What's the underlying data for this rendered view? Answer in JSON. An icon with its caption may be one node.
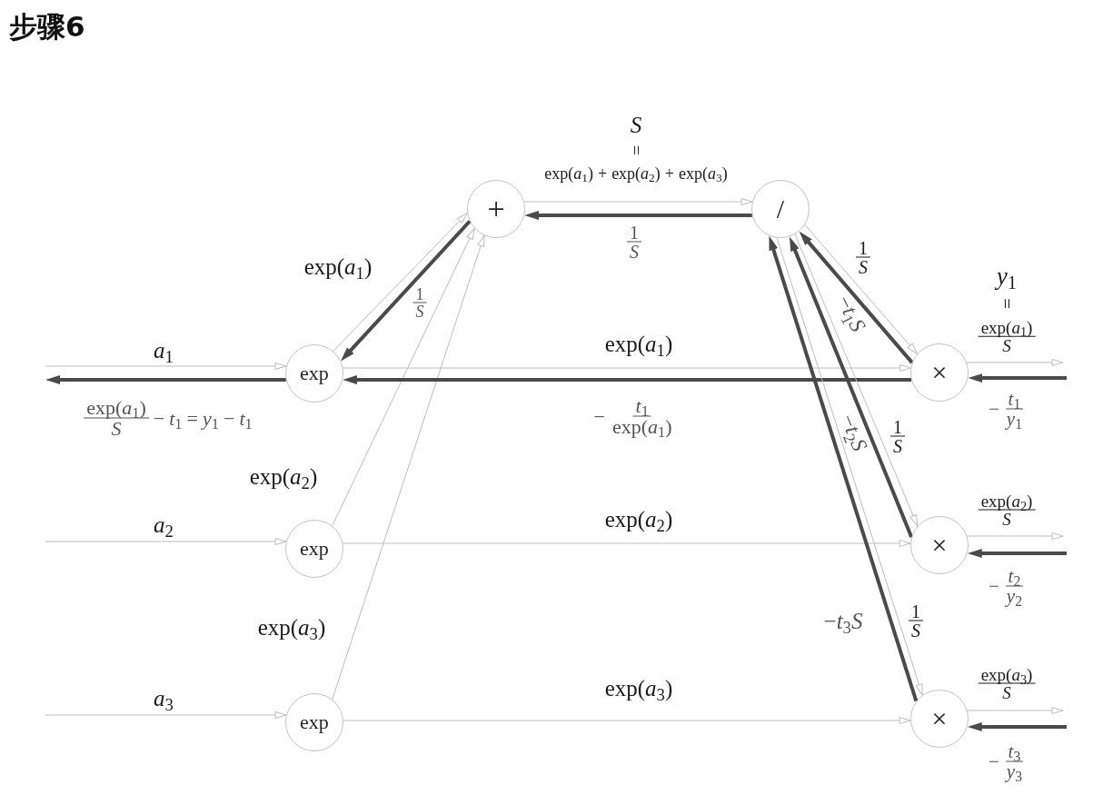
{
  "diagram": {
    "title": "步骤6",
    "nodes": [
      {
        "text": [
          "+"
        ]
      },
      {
        "text": [
          "/"
        ]
      },
      {
        "text": [
          "exp"
        ]
      },
      {
        "text": [
          "×"
        ]
      },
      {
        "text": [
          "exp"
        ]
      },
      {
        "text": [
          "×"
        ]
      },
      {
        "text": [
          "exp"
        ]
      },
      {
        "text": [
          "×"
        ]
      }
    ],
    "edges": [
      {
        "from": null,
        "to": 2,
        "arrow": "to",
        "label": "*a*$_{1}$"
      },
      {
        "from": null,
        "to": 4,
        "arrow": "to",
        "label": "*a*$_{2}$"
      },
      {
        "from": null,
        "to": 6,
        "arrow": "to",
        "label": "*a*$_{3}$"
      },
      {
        "from": 2,
        "to": 0,
        "arrow": "to",
        "label": "exp(*a*$_{1}$)"
      },
      {
        "from": 0,
        "to": 2,
        "arrow": "to",
        "label": "1 *S*",
        "style": "thick",
        "color": "#4a4a4a"
      },
      {
        "from": 4,
        "to": 0,
        "arrow": "to",
        "label": "exp(*a*$_{2}$)"
      },
      {
        "from": 6,
        "to": 0,
        "arrow": "to",
        "label": "exp(*a*$_{3}$)"
      },
      {
        "from": 0,
        "to": 1,
        "arrow": "to",
        "label": "*S* = exp(*a*$_{1}$) + exp(*a*$_{2}$) + exp(*a*$_{3}$)"
      },
      {
        "from": 1,
        "to": 0,
        "arrow": "to",
        "label": "1 *S*",
        "style": "thick",
        "color": "#4a4a4a"
      },
      {
        "from": 2,
        "to": 3,
        "arrow": "to",
        "label": "exp(*a*$_{1}$)"
      },
      {
        "from": 3,
        "to": 2,
        "arrow": "to",
        "label": "− *t*$_{1}$ exp(*a*$_{1}$)",
        "style": "thick",
        "color": "#4a4a4a"
      },
      {
        "from": 4,
        "to": 5,
        "arrow": "to",
        "label": "exp(*a*$_{2}$)"
      },
      {
        "from": 6,
        "to": 7,
        "arrow": "to",
        "label": "exp(*a*$_{3}$)"
      },
      {
        "from": 1,
        "to": 3,
        "arrow": "to",
        "label": "1 *S*"
      },
      {
        "from": 3,
        "to": 1,
        "arrow": "to",
        "label": "−*t*$_{1}$*S*",
        "style": "thick",
        "color": "#4a4a4a"
      },
      {
        "from": 1,
        "to": 5,
        "arrow": "to",
        "label": "1 *S*"
      },
      {
        "from": 5,
        "to": 1,
        "arrow": "to",
        "label": "−*t*$_{2}$*S*",
        "style": "thick",
        "color": "#4a4a4a"
      },
      {
        "from": 1,
        "to": 7,
        "arrow": "to",
        "label": "1 *S*"
      },
      {
        "from": 7,
        "to": 1,
        "arrow": "to",
        "label": "−*t*$_{3}$*S*",
        "style": "thick",
        "color": "#4a4a4a"
      },
      {
        "from": 3,
        "to": null,
        "arrow": "to",
        "label": "*y*$_{1}$ = exp(*a*$_{1}$) *S*"
      },
      {
        "from": null,
        "to": 3,
        "arrow": "to",
        "label": "− *t*$_{1}$ *y*$_{1}$",
        "style": "thick",
        "color": "#4a4a4a"
      },
      {
        "from": 5,
        "to": null,
        "arrow": "to",
        "label": "exp(*a*$_{2}$) *S*"
      },
      {
        "from": null,
        "to": 5,
        "arrow": "to",
        "label": "− *t*$_{2}$ *y*$_{2}$",
        "style": "thick",
        "color": "#4a4a4a"
      },
      {
        "from": 7,
        "to": null,
        "arrow": "to",
        "label": "exp(*a*$_{3}$) *S*"
      },
      {
        "from": null,
        "to": 7,
        "arrow": "to",
        "label": "− *t*$_{3}$ *y*$_{3}$",
        "style": "thick",
        "color": "#4a4a4a"
      },
      {
        "from": 2,
        "to": null,
        "arrow": "to",
        "label": "exp(*a*$_{1}$) *S* − *t*$_{1}$ = *y*$_{1}$ − *t*$_{1}$",
        "style": "thick",
        "color": "#4a4a4a"
      }
    ]
  }
}
